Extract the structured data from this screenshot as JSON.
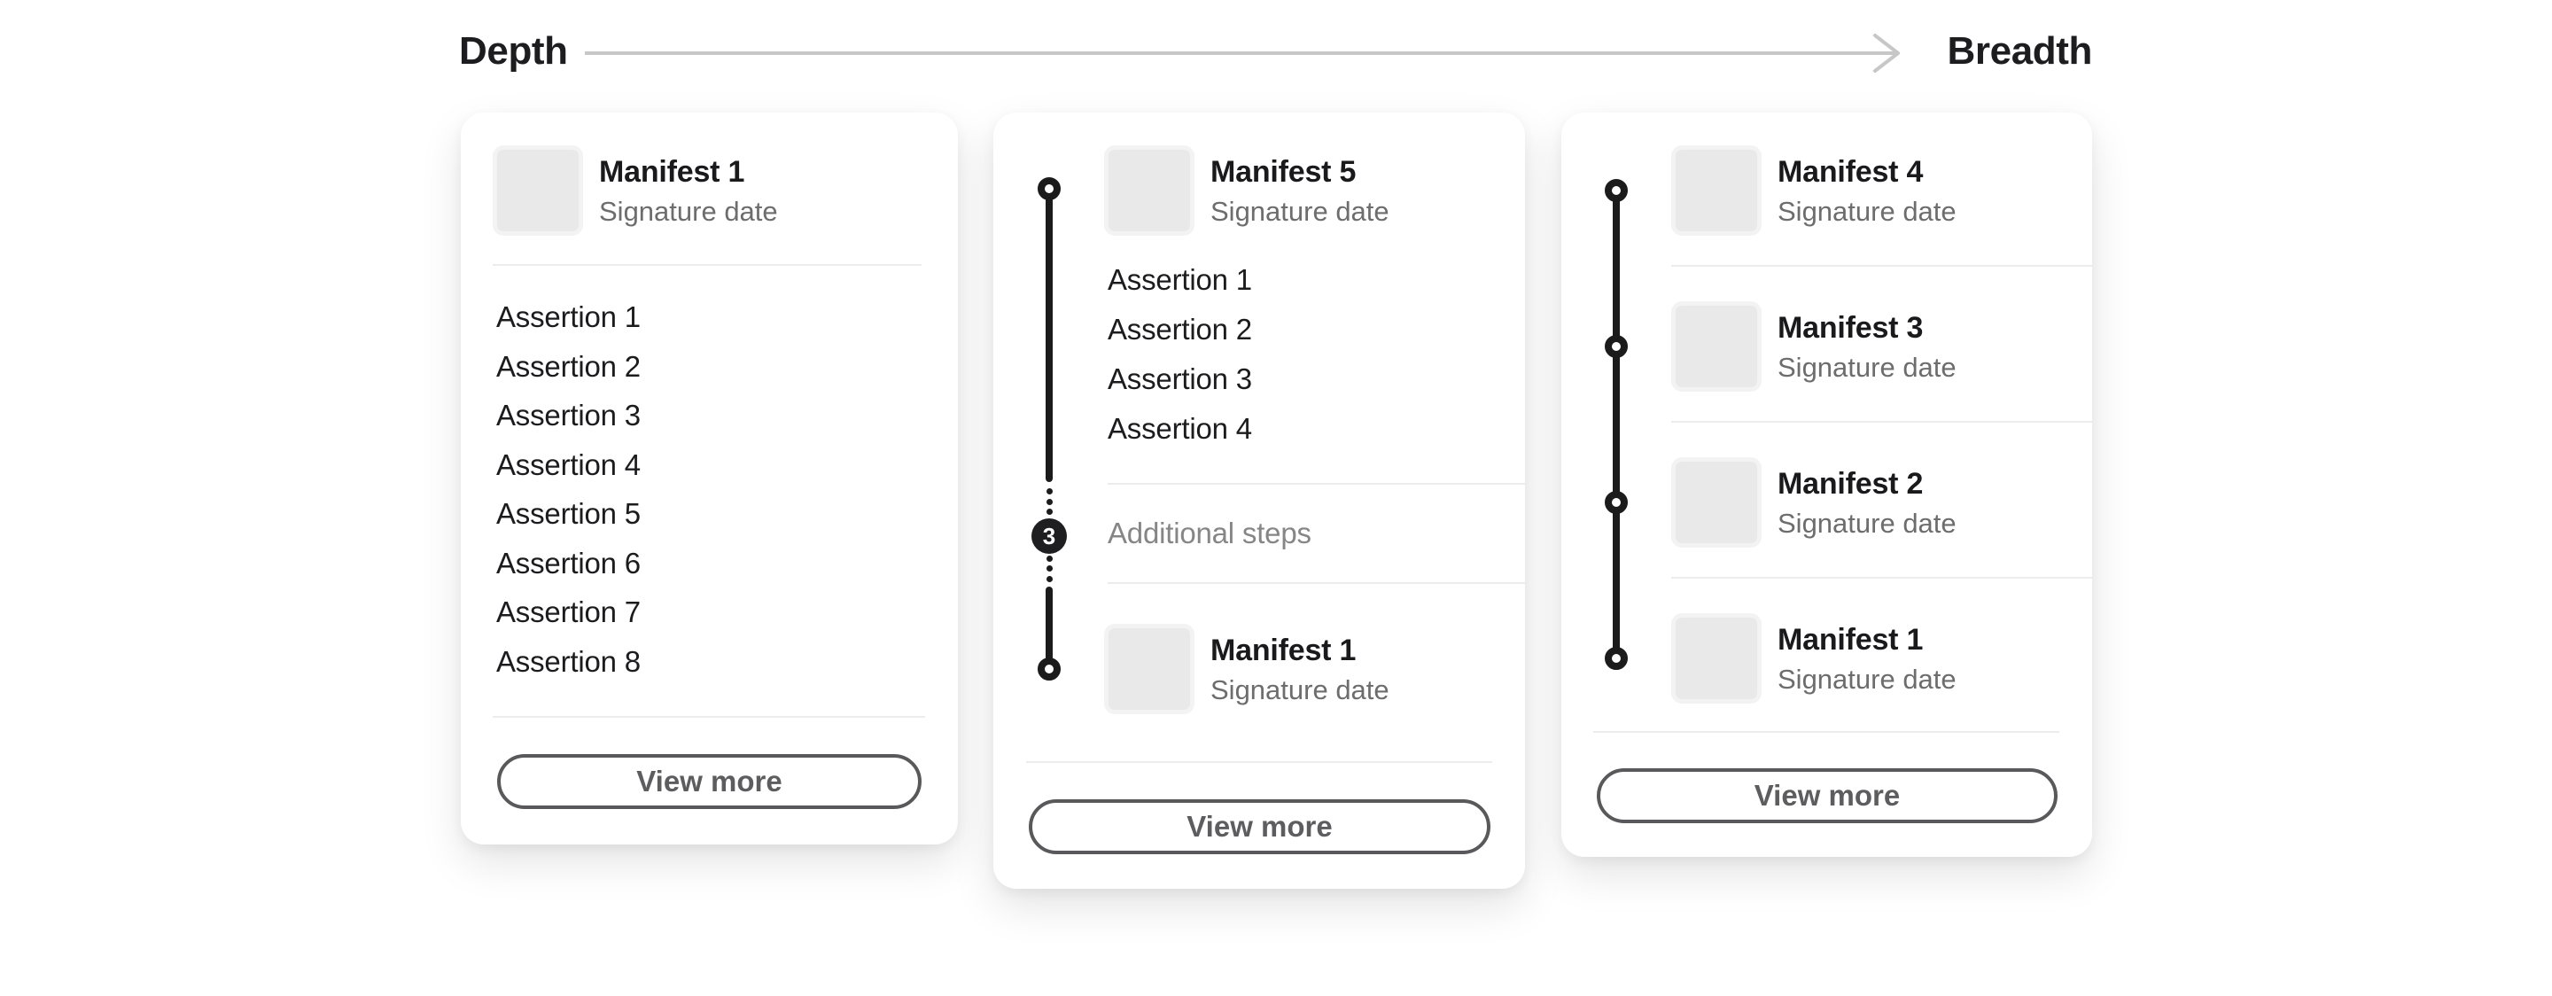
{
  "header": {
    "left_label": "Depth",
    "right_label": "Breadth",
    "arrow_icon": "arrow-right"
  },
  "cards": {
    "depth": {
      "manifest": {
        "title": "Manifest 1",
        "subtitle": "Signature date"
      },
      "assertions": [
        "Assertion 1",
        "Assertion 2",
        "Assertion 3",
        "Assertion 4",
        "Assertion 5",
        "Assertion 6",
        "Assertion 7",
        "Assertion 8"
      ],
      "view_more_label": "View more"
    },
    "middle": {
      "manifest_top": {
        "title": "Manifest 5",
        "subtitle": "Signature date"
      },
      "assertions": [
        "Assertion 1",
        "Assertion 2",
        "Assertion 3",
        "Assertion 4"
      ],
      "collapsed": {
        "badge_count": "3",
        "label": "Additional steps"
      },
      "manifest_bottom": {
        "title": "Manifest 1",
        "subtitle": "Signature date"
      },
      "view_more_label": "View more"
    },
    "breadth": {
      "manifests": [
        {
          "title": "Manifest 4",
          "subtitle": "Signature date"
        },
        {
          "title": "Manifest 3",
          "subtitle": "Signature date"
        },
        {
          "title": "Manifest 2",
          "subtitle": "Signature date"
        },
        {
          "title": "Manifest 1",
          "subtitle": "Signature date"
        }
      ],
      "view_more_label": "View more"
    }
  },
  "colors": {
    "page_background": "#ffffff",
    "card_background": "#ffffff",
    "text_primary": "#1c1c1e",
    "text_secondary": "#6d6d6d",
    "text_muted": "#868686",
    "divider": "#ececec",
    "timeline": "#1b1b1b",
    "arrow": "#c7c7c7",
    "button_border": "#59595b",
    "thumbnail_fill": "#e9e9e9"
  }
}
